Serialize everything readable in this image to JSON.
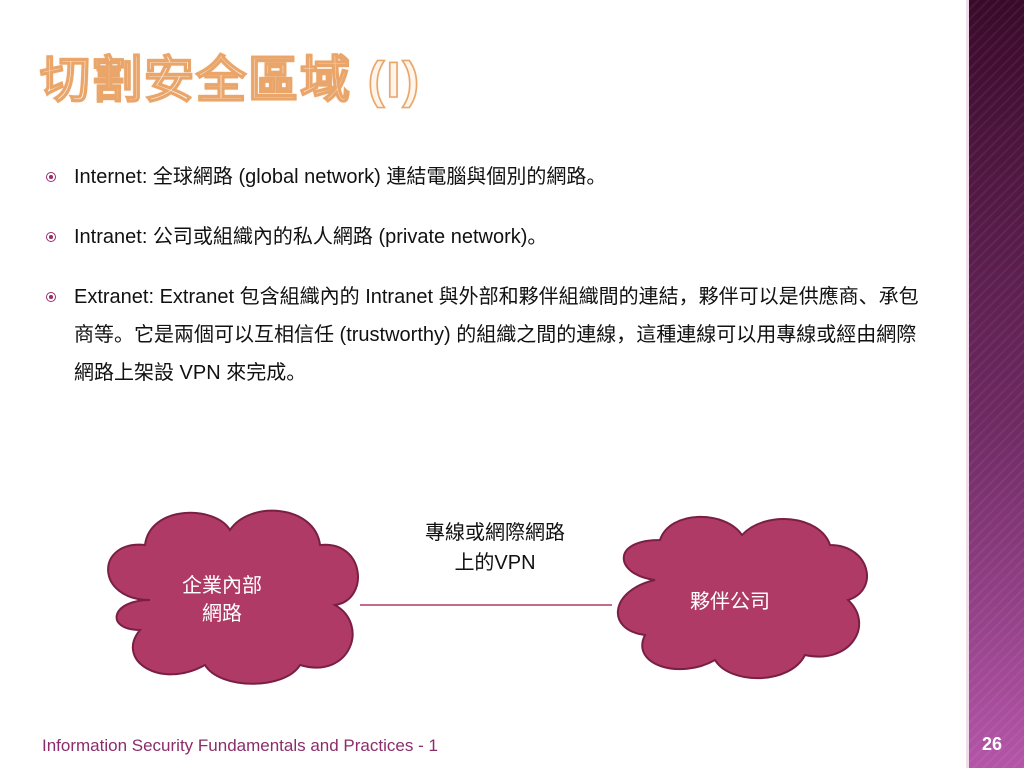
{
  "slide": {
    "title": "切割安全區域 (I)",
    "bullets": [
      "Internet: 全球網路 (global network) 連結電腦與個別的網路。",
      "Intranet: 公司或組織內的私人網路 (private network)。",
      "Extranet: Extranet 包含組織內的 Intranet 與外部和夥伴組織間的連結，夥伴可以是供應商、承包商等。它是兩個可以互相信任 (trustworthy) 的組織之間的連線，這種連線可以用專線或經由網際網路上架設 VPN 來完成。"
    ],
    "diagram": {
      "left_cloud_line1": "企業內部",
      "left_cloud_line2": "網路",
      "right_cloud": "夥伴公司",
      "link_label_line1": "專線或網際網路",
      "link_label_line2": "上的VPN"
    },
    "footer": "Information Security Fundamentals and Practices - 1",
    "page_number": "26"
  },
  "colors": {
    "cloud_fill": "#b03a66",
    "cloud_stroke": "#7a1f44",
    "title_outline": "#e9a56a",
    "bullet_marker": "#9a2f6c",
    "sidebar_top": "#3a0a2a",
    "sidebar_bottom": "#b455a8",
    "footer_text": "#8a2d6a"
  }
}
